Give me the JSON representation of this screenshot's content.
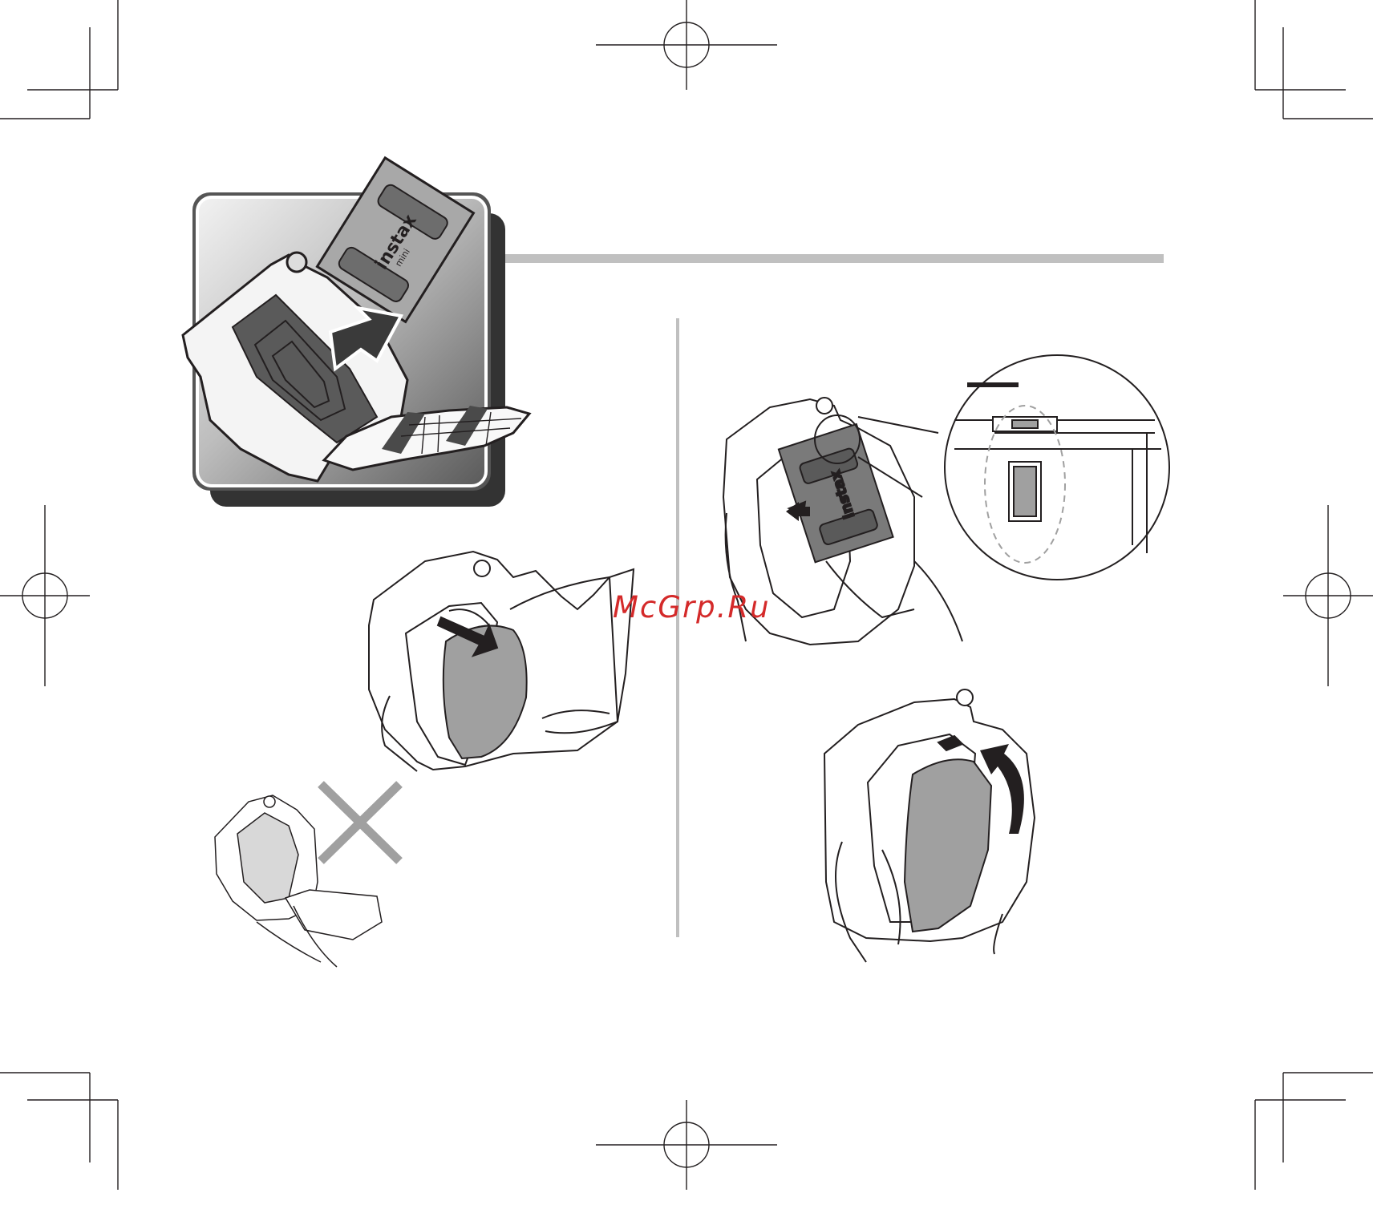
{
  "watermark": {
    "text": "McGrp.Ru",
    "color": "#d42a2a"
  },
  "film_pack_label": {
    "brand": "instax",
    "line": "mini"
  },
  "colors": {
    "ink": "#231f20",
    "panel_gray": "#a0a0a0",
    "rule_gray": "#c0c0c0",
    "dark_fill": "#4a4a4a"
  },
  "icons": [
    "registration-mark",
    "crop-mark",
    "prohibited-x-mark",
    "arrow-icon",
    "magnifier-callout"
  ]
}
